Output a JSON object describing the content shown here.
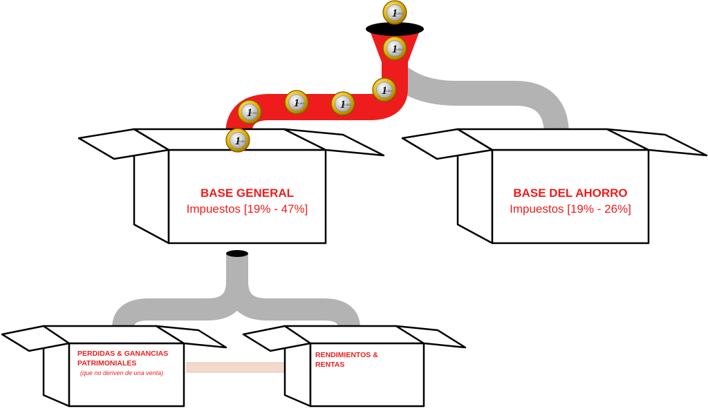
{
  "boxes": {
    "general": {
      "title": "BASE GENERAL",
      "subtitle": "Impuestos [19% - 47%]"
    },
    "ahorro": {
      "title": "BASE DEL AHORRO",
      "subtitle": "Impuestos [19% - 26%]"
    },
    "perdidas": {
      "title_line1": "PERDIDAS & GANANCIAS",
      "title_line2": "PATRIMONIALES",
      "note": "(que no deriven de una venta)"
    },
    "rendimientos": {
      "title_line1": "RENDIMIENTOS &",
      "title_line2": "RENTAS"
    }
  },
  "coin": {
    "numeral": "1",
    "word": "EURO"
  },
  "colors": {
    "text_red": "#ee1c1c",
    "pipe_red": "#ee1c1c",
    "pipe_grey": "#b3b3b3",
    "pipe_faint": "#f3d9cc",
    "coin_gold": "#e6b800",
    "coin_silver": "#c9ccd1"
  },
  "icons": [
    "coin-icon",
    "funnel-icon",
    "open-box-icon",
    "pipe-icon"
  ]
}
